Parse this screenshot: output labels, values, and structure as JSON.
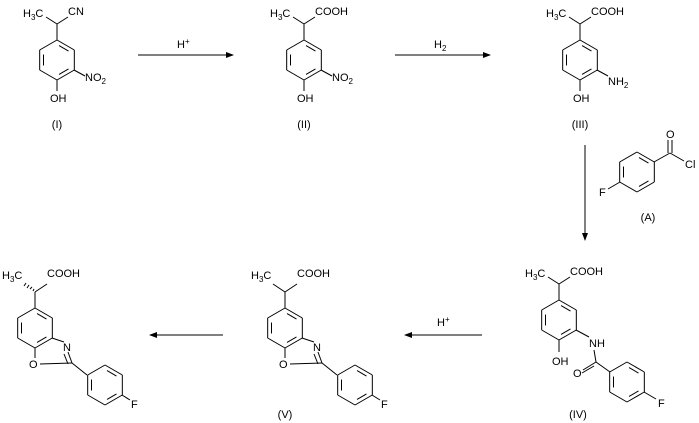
{
  "compounds": {
    "I": {
      "label": "(I)",
      "ch3": [
        "H",
        "3",
        "C"
      ],
      "sub": "CN",
      "ring_sub": [
        "NO",
        "2"
      ],
      "oh": "OH"
    },
    "II": {
      "label": "(II)",
      "ch3": [
        "H",
        "3",
        "C"
      ],
      "sub": "COOH",
      "ring_sub": [
        "NO",
        "2"
      ],
      "oh": "OH"
    },
    "III": {
      "label": "(III)",
      "ch3": [
        "H",
        "3",
        "C"
      ],
      "sub": "COOH",
      "ring_sub": [
        "NH",
        "2"
      ],
      "oh": "OH"
    },
    "A": {
      "label": "(A)",
      "o": "O",
      "cl": "Cl",
      "f": "F"
    },
    "IV": {
      "label": "(IV)",
      "ch3": [
        "H",
        "3",
        "C"
      ],
      "sub": "COOH",
      "nh": "NH",
      "o": "O",
      "oh": "OH",
      "f": "F"
    },
    "V": {
      "label": "(V)",
      "ch3": [
        "H",
        "3",
        "C"
      ],
      "sub": "COOH",
      "n": "N",
      "o": "O",
      "f": "F"
    },
    "product": {
      "ch3": [
        "H",
        "3",
        "C"
      ],
      "sub": "COOH",
      "n": "N",
      "o": "O",
      "f": "F"
    }
  },
  "reagents": {
    "step1": [
      "H",
      "+"
    ],
    "step2": [
      "H",
      "2"
    ],
    "step4": [
      "H",
      "+"
    ]
  }
}
